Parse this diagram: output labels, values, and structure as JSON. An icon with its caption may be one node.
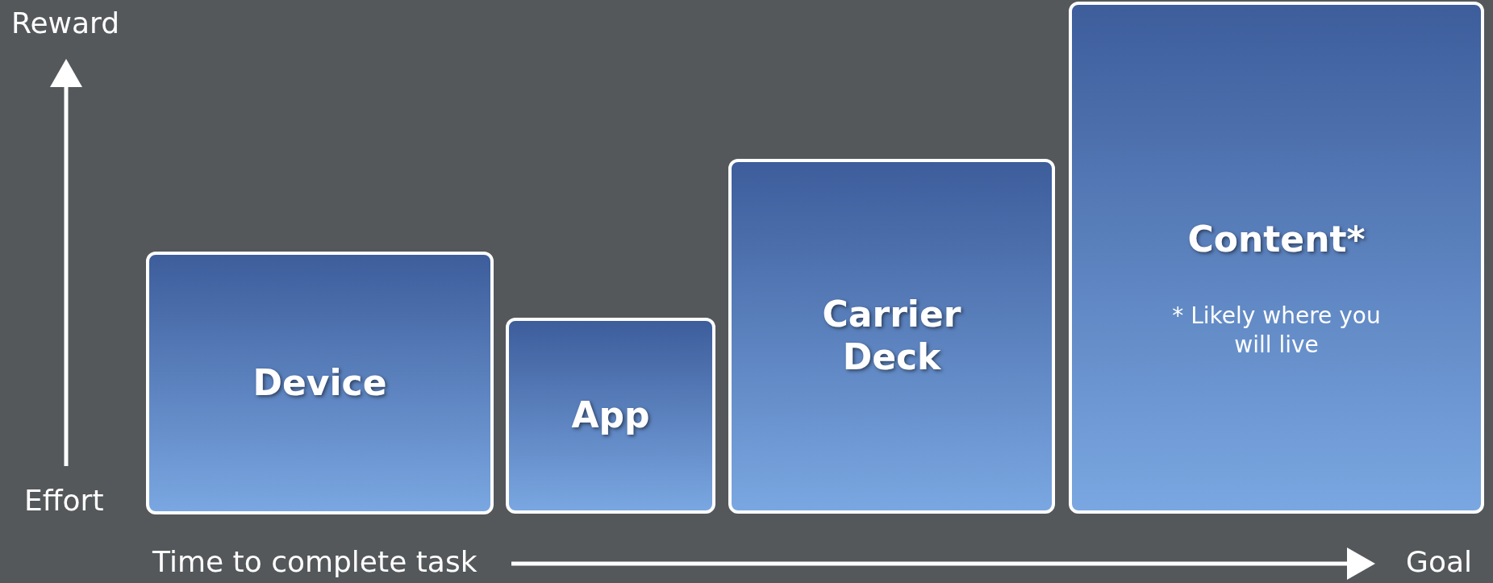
{
  "diagram": {
    "nodes": [
      {
        "text": [
          "Device"
        ]
      },
      {
        "text": [
          "App"
        ]
      },
      {
        "text": [
          "Carrier Deck"
        ]
      },
      {
        "text": [
          "Content*",
          "* Likely where you will live"
        ]
      }
    ],
    "labels": [
      "Reward",
      "Effort",
      "Time to complete task",
      "Goal"
    ]
  }
}
